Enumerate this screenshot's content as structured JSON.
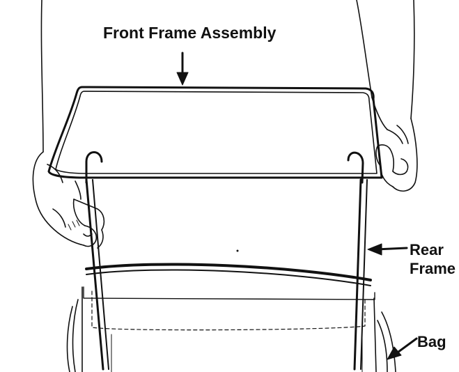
{
  "labels": {
    "front_frame": "Front Frame Assembly",
    "rear_frame_line1": "Rear",
    "rear_frame_line2": "Frame",
    "bag": "Bag"
  }
}
